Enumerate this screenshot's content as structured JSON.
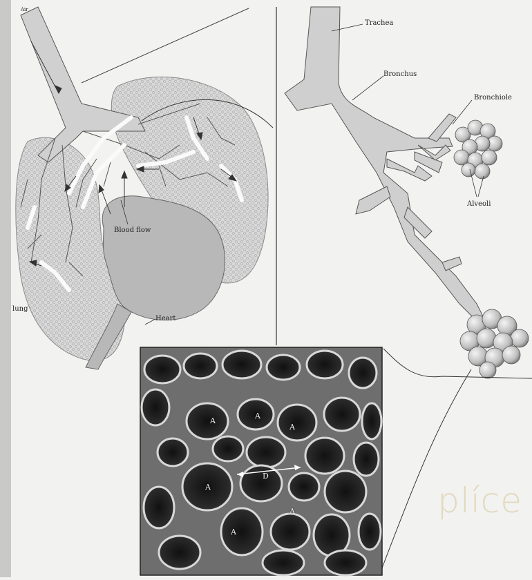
{
  "labels": {
    "air": "Air",
    "lung": "lung",
    "blood_flow": "Blood flow",
    "heart": "Heart",
    "trachea": "Trachea",
    "bronchus": "Bronchus",
    "bronchiole": "Bronchiole",
    "alveoli": "Alveoli"
  },
  "micrograph_labels": {
    "alveolus": "A",
    "diameter": "D"
  },
  "watermark": "plíce",
  "colors": {
    "paper": "#f2f2f0",
    "lung_fill": "#d6d6d6",
    "heart_fill": "#b8b8b8",
    "airway_fill": "#cfcfcf",
    "micrograph_dark": "#2a2a2a",
    "watermark": "#d6c496"
  }
}
